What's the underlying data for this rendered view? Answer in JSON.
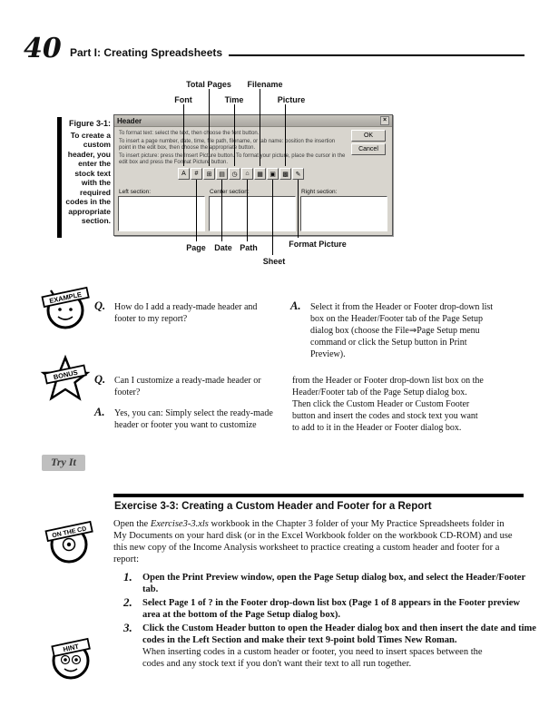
{
  "page": {
    "number": "40",
    "running_head": "Part I: Creating Spreadsheets"
  },
  "figure": {
    "label": "Figure 3-1:",
    "caption": "To create a custom header, you enter the stock text with the required codes in the appropriate section.",
    "callouts": {
      "top": [
        "Total Pages",
        "Filename",
        "Font",
        "Time",
        "Picture"
      ],
      "bottom": [
        "Page",
        "Date",
        "Path",
        "Sheet",
        "Format Picture"
      ]
    },
    "dialog": {
      "title": "Header",
      "close_glyph": "×",
      "instructions": [
        "To format text: select the text, then choose the font button.",
        "To insert a page number, date, time, file path, filename, or tab name: position the insertion point in the edit box, then choose the appropriate button.",
        "To insert picture: press the Insert Picture button. To format your picture, place the cursor in the edit box and press the Format Picture button."
      ],
      "ok_label": "OK",
      "cancel_label": "Cancel",
      "toolbar": [
        {
          "name": "font",
          "glyph": "A"
        },
        {
          "name": "page-number",
          "glyph": "#"
        },
        {
          "name": "total-pages",
          "glyph": "⊞"
        },
        {
          "name": "date",
          "glyph": "▤"
        },
        {
          "name": "time",
          "glyph": "◷"
        },
        {
          "name": "path",
          "glyph": "⌂"
        },
        {
          "name": "filename",
          "glyph": "▦"
        },
        {
          "name": "sheet-name",
          "glyph": "▣"
        },
        {
          "name": "picture",
          "glyph": "▩"
        },
        {
          "name": "format-picture",
          "glyph": "✎"
        }
      ],
      "sections": [
        "Left section:",
        "Center section:",
        "Right section:"
      ]
    }
  },
  "icons": {
    "example": "EXAMPLE",
    "bonus": "BONUS",
    "cd": "ON THE CD",
    "hint": "HINT"
  },
  "qa1": {
    "q_label": "Q.",
    "a_label": "A.",
    "question": "How do I add a ready-made header and footer to my report?",
    "answer": "Select it from the Header or Footer drop-down list box on the Header/Footer tab of the Page Setup dialog box (choose the File⇒Page Setup menu command or click the Setup button in Print Preview)."
  },
  "qa2": {
    "q_label": "Q.",
    "a_label": "A.",
    "question": "Can I customize a ready-made header or footer?",
    "answer_left": "Yes, you can: Simply select the ready-made header or footer you want to customize",
    "answer_right": "from the Header or Footer drop-down list box on the Header/Footer tab of the Page Setup dialog box. Then click the Custom Header or Custom Footer button and insert the codes and stock text you want to add to it in the Header or Footer dialog box."
  },
  "try_it": "Try It",
  "exercise": {
    "title": "Exercise 3-3: Creating a Custom Header and Footer for a Report",
    "intro_pre": "Open the ",
    "intro_file": "Exercise3-3.xls",
    "intro_post": " workbook in the Chapter 3 folder of your My Practice Spreadsheets folder in My Documents on your hard disk (or in the Excel Workbook folder on the workbook CD-ROM) and use this new copy of the Income Analysis worksheet to practice creating a custom header and footer for a report:",
    "steps": [
      {
        "num": "1.",
        "p1": "Open the Print Preview window, open the Page Setup dialog box, and select the Header/Footer tab."
      },
      {
        "num": "2.",
        "p1": "Select ",
        "b1": "Page 1 of ?",
        "p2": " in the Footer drop-down list box (Page 1 of 8 appears in the Footer preview area at the bottom of the Page Setup dialog box)."
      },
      {
        "num": "3.",
        "p1": "Click the Custom Header button to open the Header dialog box and then insert the date and time codes in the Left Section and make their text 9-point bold Times New Roman."
      }
    ],
    "hint": "When inserting codes in a custom header or footer, you need to insert spaces between the codes and any stock text if you don't want their text to all run together."
  }
}
